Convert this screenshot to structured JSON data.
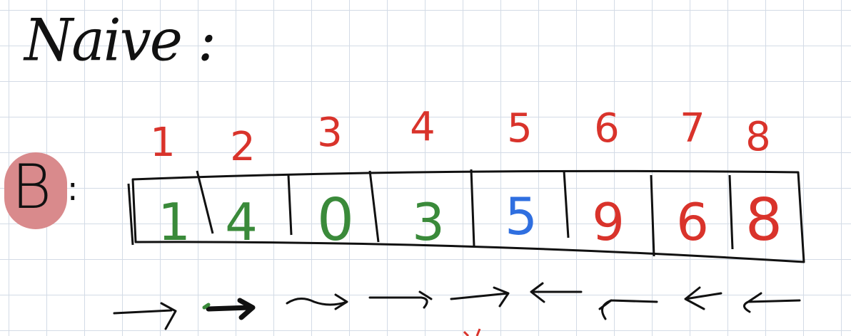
{
  "title": "Naive :",
  "array_name": "B",
  "array_colon": ":",
  "indices": [
    "1",
    "2",
    "3",
    "4",
    "5",
    "6",
    "7",
    "8"
  ],
  "cells": [
    {
      "value": "1",
      "color": "#3a8a3a"
    },
    {
      "value": "4",
      "color": "#3a8a3a"
    },
    {
      "value": "0",
      "color": "#3a8a3a"
    },
    {
      "value": "3",
      "color": "#3a8a3a"
    },
    {
      "value": "5",
      "color": "#2f6fe0"
    },
    {
      "value": "9",
      "color": "#d9332b"
    },
    {
      "value": "6",
      "color": "#d9332b"
    },
    {
      "value": "8",
      "color": "#d9332b"
    }
  ],
  "colors": {
    "ink": "#111111",
    "index": "#d9332b",
    "badge": "#d98a8c",
    "grid": "#d3dbe6"
  }
}
